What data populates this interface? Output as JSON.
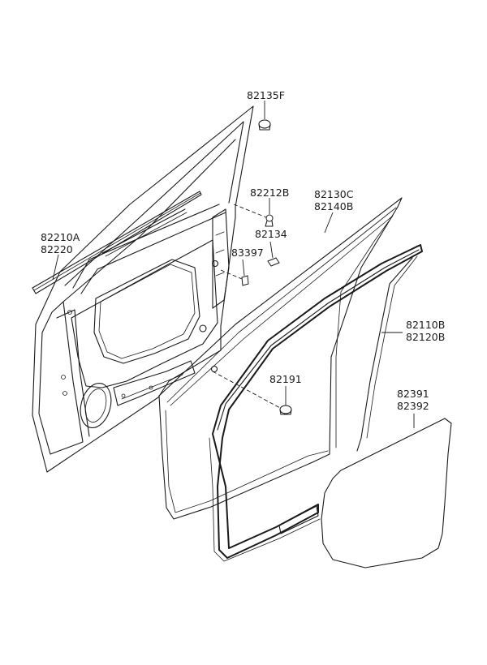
{
  "labels": {
    "p82135F": "82135F",
    "p82212B": "82212B",
    "p82134": "82134",
    "p83397": "83397",
    "p82210A": "82210A",
    "p82220": "82220",
    "p82130C": "82130C",
    "p82140B": "82140B",
    "p82110B": "82110B",
    "p82120B": "82120B",
    "p82191": "82191",
    "p82391": "82391",
    "p82392": "82392"
  }
}
